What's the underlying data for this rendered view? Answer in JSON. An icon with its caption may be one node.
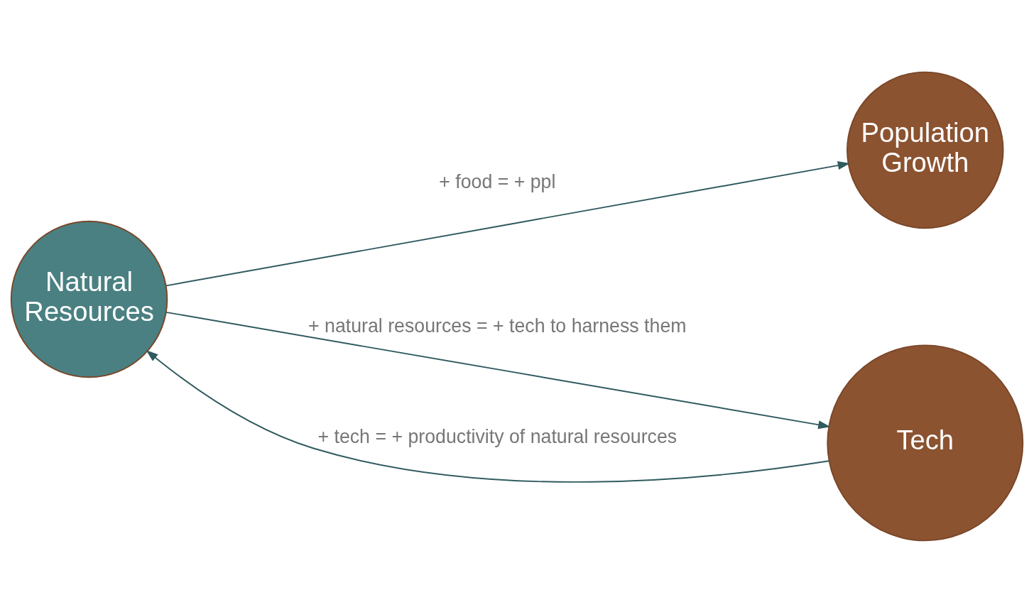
{
  "diagram": {
    "nodes": [
      {
        "text": [
          "Natural Resources"
        ]
      },
      {
        "text": [
          "Population Growth"
        ]
      },
      {
        "text": [
          "Tech"
        ]
      }
    ],
    "edges": [
      {
        "from": 0,
        "to": 1,
        "arrow": "to",
        "label": "+ food = + ppl"
      },
      {
        "from": 0,
        "to": 2,
        "arrow": "to",
        "label": "+ natural resources = + tech to harness them"
      },
      {
        "from": 2,
        "to": 0,
        "arrow": "to",
        "label": "+ tech = + productivity of natural resources"
      }
    ]
  }
}
